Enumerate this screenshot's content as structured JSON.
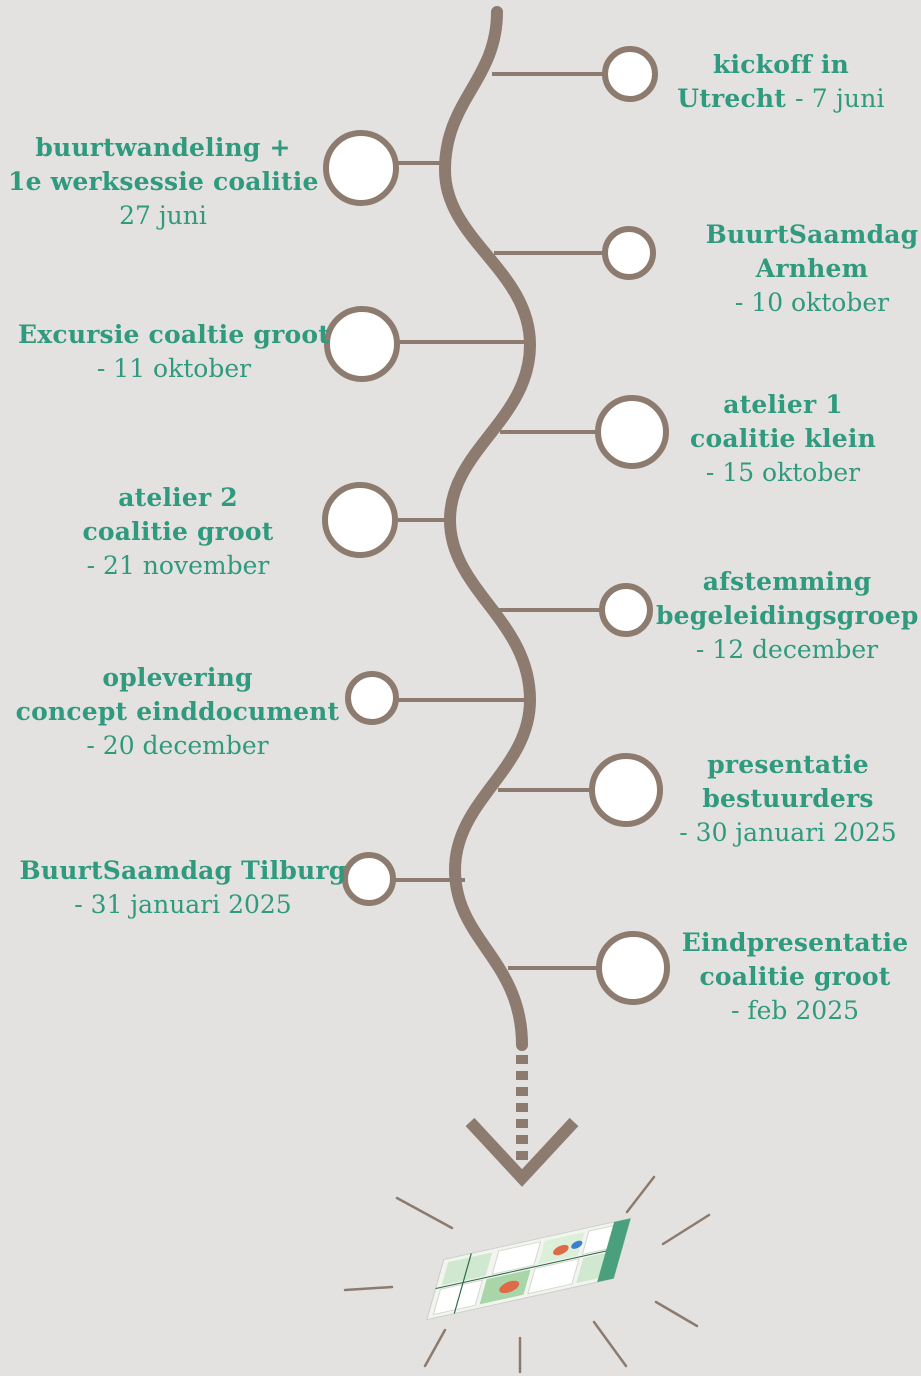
{
  "colors": {
    "background": "#e3e2e0",
    "path": "#8c7b6e",
    "node_fill": "#ffffff",
    "text": "#2f9a7e"
  },
  "milestones": [
    {
      "title_line1": "kickoff in",
      "title_line2": "Utrecht",
      "date": "- 7 juni"
    },
    {
      "title_line1": "buurtwandeling +",
      "title_line2": "1e werksessie coalitie",
      "date": "27 juni"
    },
    {
      "title_line1": "BuurtSaamdag",
      "title_line2": "Arnhem",
      "date": "- 10 oktober"
    },
    {
      "title_line1": "Excursie coaltie groot",
      "title_line2": "",
      "date": "- 11 oktober"
    },
    {
      "title_line1": "atelier 1",
      "title_line2": "coalitie klein",
      "date": "- 15 oktober"
    },
    {
      "title_line1": "atelier 2",
      "title_line2": "coalitie groot",
      "date": "- 21 november"
    },
    {
      "title_line1": "afstemming",
      "title_line2": "begeleidingsgroep",
      "date": "- 12 december"
    },
    {
      "title_line1": "oplevering",
      "title_line2": "concept einddocument",
      "date": "- 20 december"
    },
    {
      "title_line1": "presentatie",
      "title_line2": "bestuurders",
      "date": "- 30 januari 2025"
    },
    {
      "title_line1": "BuurtSaamdag Tilburg",
      "title_line2": "",
      "date": "- 31 januari 2025"
    },
    {
      "title_line1": "Eindpresentatie",
      "title_line2": "coalitie groot",
      "date": "- feb 2025"
    }
  ],
  "icons": {
    "arrow": "arrow-down-icon",
    "result": "map-plan-icon",
    "rays": "burst-rays-icon"
  }
}
